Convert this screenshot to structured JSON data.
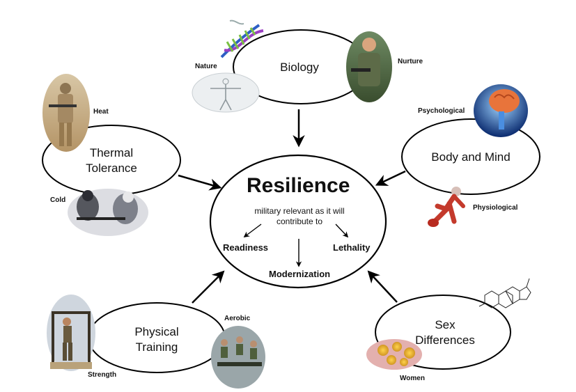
{
  "center": {
    "title": "Resilience",
    "subtitle_line1": "military relevant as it will",
    "subtitle_line2": "contribute to",
    "outcomes": [
      "Readiness",
      "Modernization",
      "Lethality"
    ]
  },
  "nodes": {
    "biology": {
      "title": "Biology",
      "labels": [
        "Nature",
        "Nurture"
      ]
    },
    "thermal": {
      "title_line1": "Thermal",
      "title_line2": "Tolerance",
      "labels": [
        "Heat",
        "Cold"
      ]
    },
    "body_mind": {
      "title": "Body and Mind",
      "labels": [
        "Psychological",
        "Physiological"
      ]
    },
    "physical": {
      "title_line1": "Physical",
      "title_line2": "Training",
      "labels": [
        "Aerobic",
        "Strength"
      ]
    },
    "sex": {
      "title_line1": "Sex",
      "title_line2": "Differences",
      "labels": [
        "Women"
      ]
    }
  },
  "images": {
    "dna": "dna-helix-icon",
    "anatomy": "human-anatomy-icon",
    "soldier": "soldier-portrait-icon",
    "desert_soldier": "desert-soldier-icon",
    "cold_soldiers": "cold-weather-soldiers-icon",
    "brain": "brain-icon",
    "runner": "muscle-runner-icon",
    "pullup": "pullup-bar-icon",
    "running_group": "running-soldiers-icon",
    "molecule": "steroid-molecule-icon",
    "cells": "cells-icon"
  },
  "colors": {
    "stroke": "#000000",
    "text": "#111111",
    "background": "#ffffff"
  }
}
